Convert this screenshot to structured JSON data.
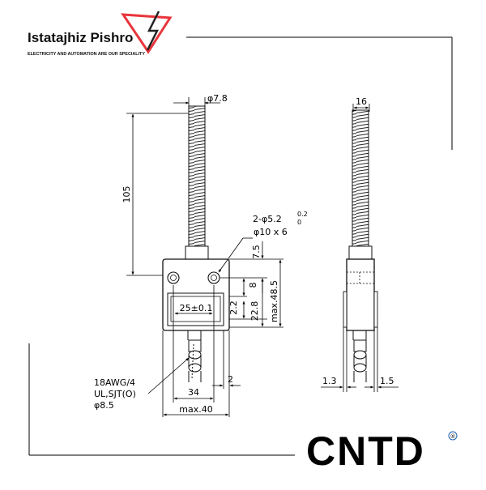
{
  "header": {
    "brand_name": "Istatajhiz Pishro",
    "tagline": "ELECTRICITY AND AUTOMATION ARE OUR SPECIALITY",
    "accent_color": "#e8353b"
  },
  "front_view": {
    "dia_top": "φ7.8",
    "len_105": "105",
    "hole_spec": "2-φ5.2",
    "tol_top": "0.2",
    "tol_bot": "0",
    "slot_spec": "φ10 x 6",
    "dim_7_5": "7.5",
    "dim_8": "8",
    "dim_2_2": "2.2",
    "dim_22_8": "22.8",
    "dim_max48_5": "max.48.5",
    "dim_25": "25±0.1",
    "cable_line1": "18AWG/4",
    "cable_line2": "UL,SJT(O)",
    "cable_line3": "φ8.5",
    "dim_34": "34",
    "dim_2": "2",
    "dim_max40": "max.40"
  },
  "side_view": {
    "dim_16": "16",
    "dim_1_3": "1.3",
    "dim_1_5": "1.5"
  },
  "footer": {
    "logo_text": "CNTD",
    "registered": "®",
    "logo_color": "#1a5db0"
  }
}
